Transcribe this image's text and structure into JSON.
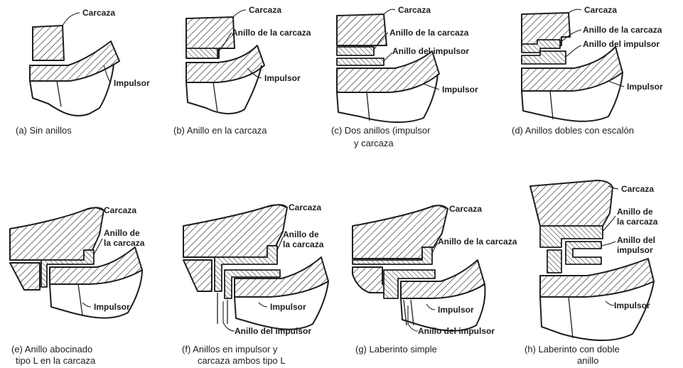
{
  "labels": {
    "carcaza": "Carcaza",
    "impulsor": "Impulsor",
    "anillo_carcaza": "Anillo de la carcaza",
    "anillo_impulsor": "Anillo del impulsor",
    "anillo_de": "Anillo de",
    "la_carcaza": "la carcaza",
    "anillo_del": "Anillo del",
    "impulsor_lc": "impulsor"
  },
  "captions": {
    "a": "(a)  Sin anillos",
    "b": "(b)  Anillo en la carcaza",
    "c1": "(c)  Dos anillos (impulsor",
    "c2": "y carcaza",
    "d": "(d)  Anillos dobles con escalón",
    "e1": "(e)  Anillo abocinado",
    "e2": "tipo L en la carcaza",
    "f1": "(f)  Anillos en impulsor y",
    "f2": "carcaza ambos tipo L",
    "g": "(g)  Laberinto simple",
    "h1": "(h)  Laberinto con doble",
    "h2": "anillo"
  }
}
